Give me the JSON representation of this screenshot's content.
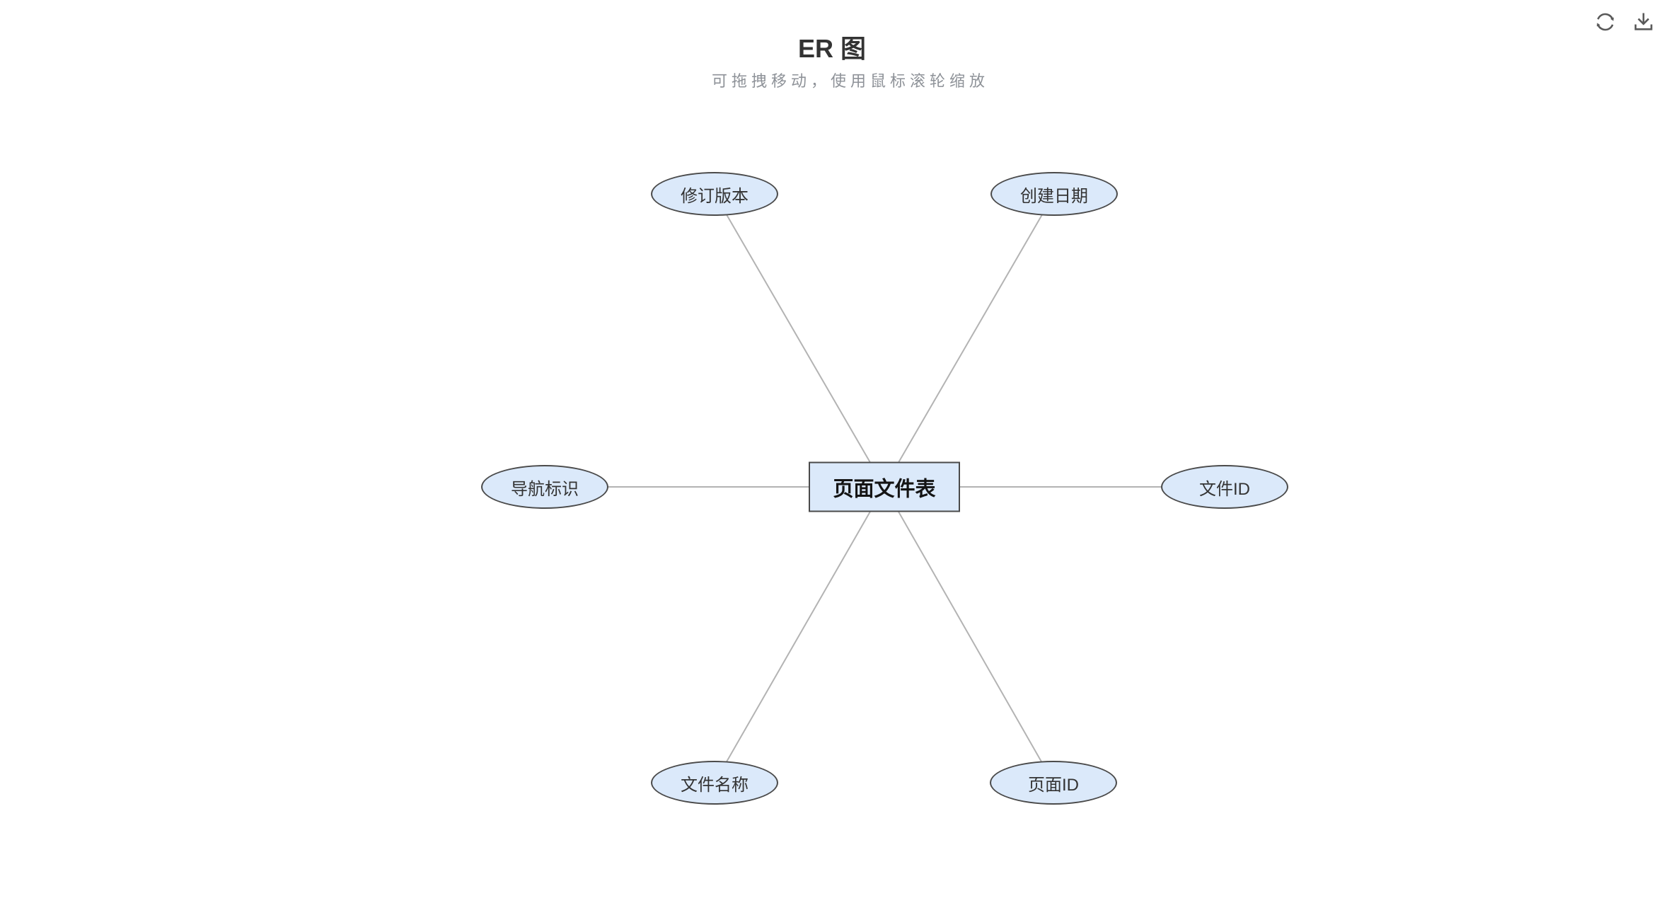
{
  "header": {
    "title": "ER 图",
    "subtitle": "可拖拽移动，使用鼠标滚轮缩放"
  },
  "toolbar": {
    "icons": [
      {
        "name": "refresh-icon",
        "glyph": "⟳"
      },
      {
        "name": "download-icon",
        "glyph": "⭳"
      }
    ]
  },
  "diagram": {
    "entity": {
      "label": "页面文件表",
      "shape": "rectangle"
    },
    "attributes": [
      {
        "label": "修订版本",
        "position": "top-left",
        "shape": "ellipse"
      },
      {
        "label": "创建日期",
        "position": "top-right",
        "shape": "ellipse"
      },
      {
        "label": "导航标识",
        "position": "left",
        "shape": "ellipse"
      },
      {
        "label": "文件ID",
        "position": "right",
        "shape": "ellipse"
      },
      {
        "label": "文件名称",
        "position": "bottom-left",
        "shape": "ellipse"
      },
      {
        "label": "页面ID",
        "position": "bottom-right",
        "shape": "ellipse"
      }
    ],
    "edge_count": 6
  },
  "colors": {
    "node_fill": "#dbe9fa",
    "node_border": "#4a4a4a",
    "connector": "#b3b3b3",
    "title_text": "#333333",
    "subtitle_text": "#8e9298",
    "icon": "#595959",
    "background": "#ffffff"
  }
}
